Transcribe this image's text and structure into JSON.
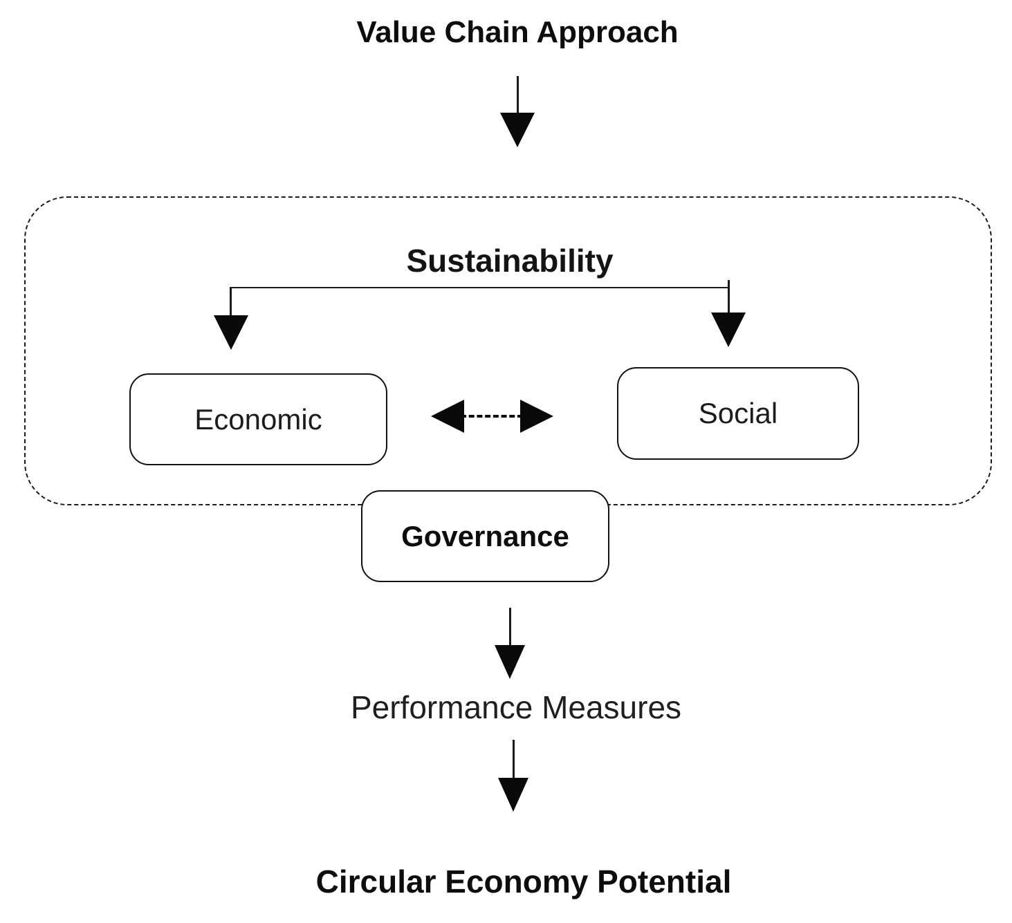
{
  "diagram": {
    "title": "Value Chain Approach",
    "sustainability_label": "Sustainability",
    "nodes": {
      "economic": "Economic",
      "social": "Social",
      "governance": "Governance"
    },
    "flow": {
      "performance_label": "Performance Measures",
      "outcome_label": "Circular Economy Potential"
    },
    "relations": {
      "economic_social": "bidirectional-dashed-arrow",
      "sustainability_to_economic": "down-arrow",
      "sustainability_to_social": "down-arrow",
      "title_to_sustainability": "down-arrow",
      "governance_to_performance": "down-arrow",
      "performance_to_outcome": "down-arrow"
    },
    "colors": {
      "line": "#1a1a1a",
      "arrow_fill": "#0a0a0a",
      "text": "#111111",
      "background": "#ffffff"
    }
  }
}
